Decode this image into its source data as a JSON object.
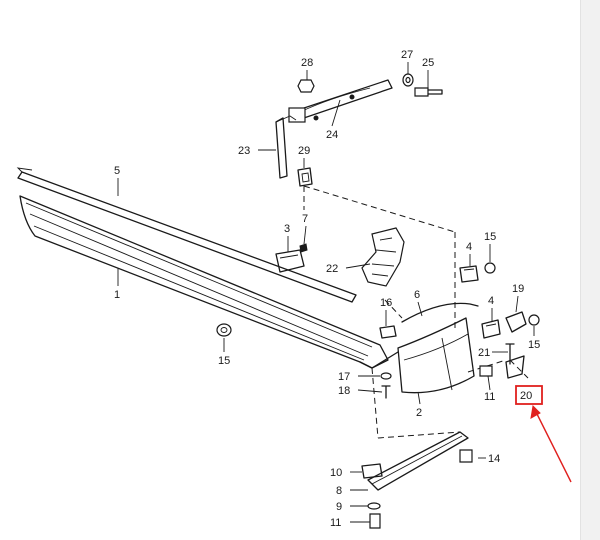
{
  "callouts": [
    {
      "id": "c28",
      "label": "28"
    },
    {
      "id": "c27",
      "label": "27"
    },
    {
      "id": "c25",
      "label": "25"
    },
    {
      "id": "c24",
      "label": "24"
    },
    {
      "id": "c23",
      "label": "23"
    },
    {
      "id": "c29",
      "label": "29"
    },
    {
      "id": "c5",
      "label": "5"
    },
    {
      "id": "c3",
      "label": "3"
    },
    {
      "id": "c7",
      "label": "7"
    },
    {
      "id": "c22",
      "label": "22"
    },
    {
      "id": "c1",
      "label": "1"
    },
    {
      "id": "c4a",
      "label": "4"
    },
    {
      "id": "c15a",
      "label": "15"
    },
    {
      "id": "c6",
      "label": "6"
    },
    {
      "id": "c16",
      "label": "16"
    },
    {
      "id": "c4b",
      "label": "4"
    },
    {
      "id": "c19",
      "label": "19"
    },
    {
      "id": "c15b",
      "label": "15"
    },
    {
      "id": "c21",
      "label": "21"
    },
    {
      "id": "c15c",
      "label": "15"
    },
    {
      "id": "c17",
      "label": "17"
    },
    {
      "id": "c18",
      "label": "18"
    },
    {
      "id": "c2",
      "label": "2"
    },
    {
      "id": "c11a",
      "label": "11"
    },
    {
      "id": "c20",
      "label": "20"
    },
    {
      "id": "c10",
      "label": "10"
    },
    {
      "id": "c14",
      "label": "14"
    },
    {
      "id": "c8",
      "label": "8"
    },
    {
      "id": "c9",
      "label": "9"
    },
    {
      "id": "c11b",
      "label": "11"
    }
  ],
  "highlight": {
    "label": "20",
    "color": "#e0201e"
  }
}
